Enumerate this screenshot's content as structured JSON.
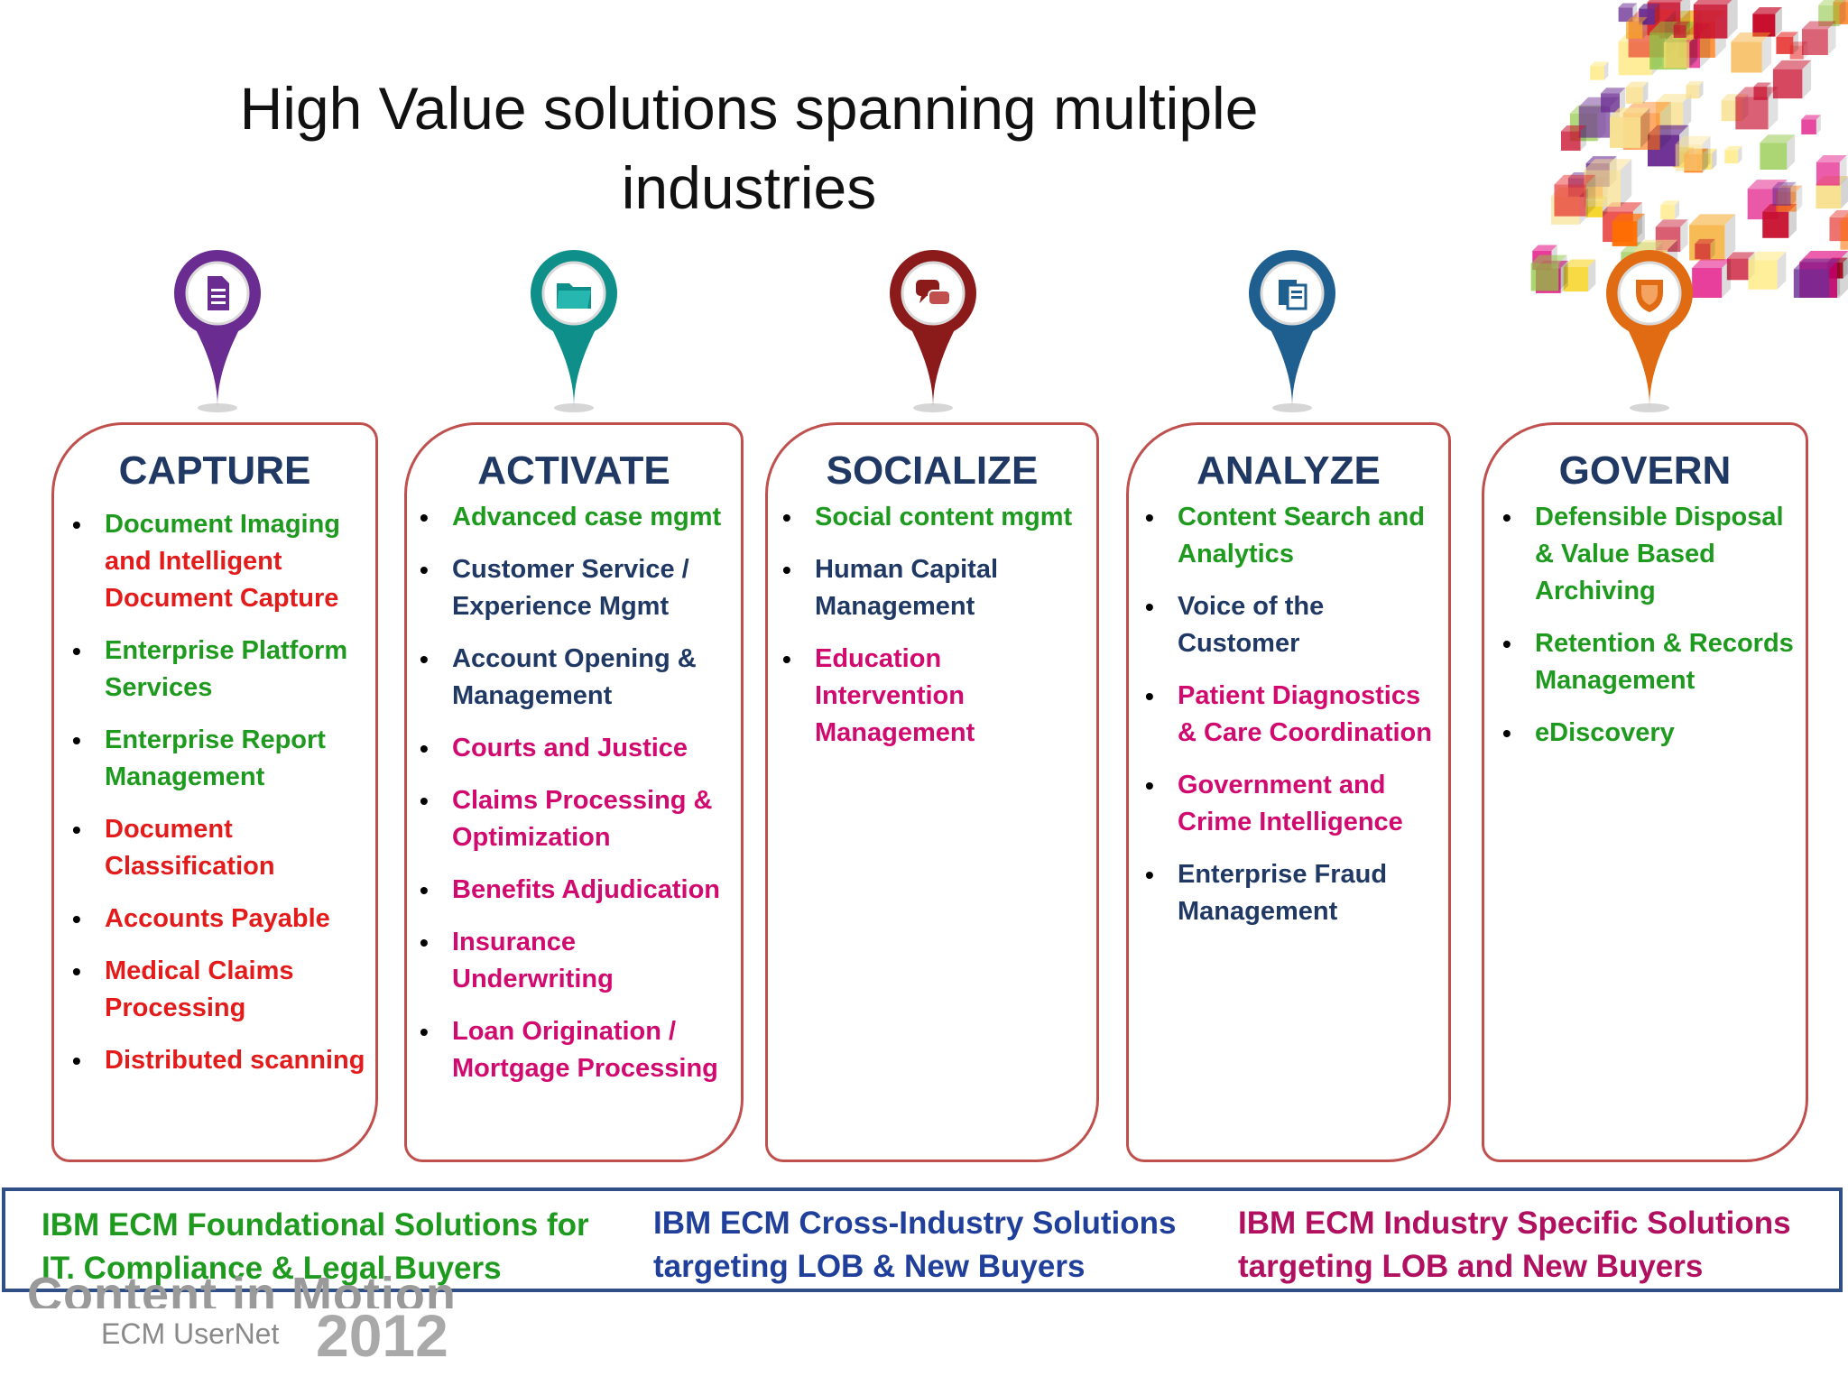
{
  "title": {
    "line1": "High Value solutions spanning multiple",
    "line2": "industries"
  },
  "colors": {
    "border": "#c0504d",
    "heading": "#1f3864",
    "green": "#1e9a1e",
    "red": "#e31b1b",
    "navy": "#1f3864",
    "magenta": "#d10a6f",
    "bar_border": "#2f4f86"
  },
  "pins": [
    {
      "icon": "document-icon",
      "color": "#6a2c91"
    },
    {
      "icon": "folder-icon",
      "color": "#0f8f8a"
    },
    {
      "icon": "chat-bubbles-icon",
      "color": "#8b1a1a"
    },
    {
      "icon": "documents-search-icon",
      "color": "#1f5f8f"
    },
    {
      "icon": "shield-icon",
      "color": "#e06b12"
    }
  ],
  "columns": [
    {
      "heading": "CAPTURE",
      "items": [
        {
          "segments": [
            {
              "text": "Document Imaging",
              "color": "green"
            },
            {
              "text": "and Intelligent Document Capture",
              "color": "red"
            }
          ]
        },
        {
          "segments": [
            {
              "text": "Enterprise Platform Services",
              "color": "green"
            }
          ]
        },
        {
          "segments": [
            {
              "text": "Enterprise Report Management",
              "color": "green"
            }
          ]
        },
        {
          "segments": [
            {
              "text": "Document Classification",
              "color": "red"
            }
          ]
        },
        {
          "segments": [
            {
              "text": "Accounts Payable",
              "color": "red"
            }
          ]
        },
        {
          "segments": [
            {
              "text": "Medical Claims Processing",
              "color": "red"
            }
          ]
        },
        {
          "segments": [
            {
              "text": "Distributed scanning",
              "color": "red"
            }
          ]
        }
      ]
    },
    {
      "heading": "ACTIVATE",
      "items": [
        {
          "segments": [
            {
              "text": "Advanced case mgmt",
              "color": "green"
            }
          ]
        },
        {
          "segments": [
            {
              "text": "Customer Service / Experience Mgmt",
              "color": "navy"
            }
          ]
        },
        {
          "segments": [
            {
              "text": "Account Opening & Management",
              "color": "navy"
            }
          ]
        },
        {
          "segments": [
            {
              "text": "Courts and Justice",
              "color": "magenta"
            }
          ]
        },
        {
          "segments": [
            {
              "text": "Claims Processing & Optimization",
              "color": "magenta"
            }
          ]
        },
        {
          "segments": [
            {
              "text": "Benefits Adjudication",
              "color": "magenta"
            }
          ]
        },
        {
          "segments": [
            {
              "text": "Insurance Underwriting",
              "color": "magenta"
            }
          ]
        },
        {
          "segments": [
            {
              "text": "Loan Origination / Mortgage Processing",
              "color": "magenta"
            }
          ]
        }
      ]
    },
    {
      "heading": "SOCIALIZE",
      "items": [
        {
          "segments": [
            {
              "text": "Social content mgmt",
              "color": "green"
            }
          ]
        },
        {
          "segments": [
            {
              "text": "Human Capital Management",
              "color": "navy"
            }
          ]
        },
        {
          "segments": [
            {
              "text": "Education Intervention Management",
              "color": "magenta"
            }
          ]
        }
      ]
    },
    {
      "heading": "ANALYZE",
      "items": [
        {
          "segments": [
            {
              "text": "Content Search and Analytics",
              "color": "green"
            }
          ]
        },
        {
          "segments": [
            {
              "text": " Voice of the Customer",
              "color": "navy"
            }
          ]
        },
        {
          "segments": [
            {
              "text": "Patient Diagnostics & Care Coordination",
              "color": "magenta"
            }
          ]
        },
        {
          "segments": [
            {
              "text": "Government and Crime Intelligence",
              "color": "magenta"
            }
          ]
        },
        {
          "segments": [
            {
              "text": "Enterprise Fraud Management",
              "color": "navy"
            }
          ]
        }
      ]
    },
    {
      "heading": "GOVERN",
      "items": [
        {
          "segments": [
            {
              "text": "Defensible Disposal & Value Based Archiving",
              "color": "green"
            }
          ]
        },
        {
          "segments": [
            {
              "text": "Retention & Records Management",
              "color": "green"
            }
          ]
        },
        {
          "segments": [
            {
              "text": "eDiscovery",
              "color": "green"
            }
          ]
        }
      ]
    }
  ],
  "bottom_bar": {
    "left": {
      "line1": "IBM ECM Foundational Solutions for",
      "line2": "IT. Compliance & Legal Buyers",
      "color": "#1e9a1e"
    },
    "center": {
      "line1": "IBM ECM Cross-Industry Solutions",
      "line2": "targeting LOB & New Buyers",
      "color": "#1f3f9a"
    },
    "right": {
      "line1": "IBM ECM Industry Specific Solutions",
      "line2": "targeting LOB and New Buyers",
      "color": "#b0105f"
    }
  },
  "footer": {
    "logo_top": "Content in Motion",
    "logo_sub": "ECM UserNet",
    "logo_year": "2012"
  }
}
